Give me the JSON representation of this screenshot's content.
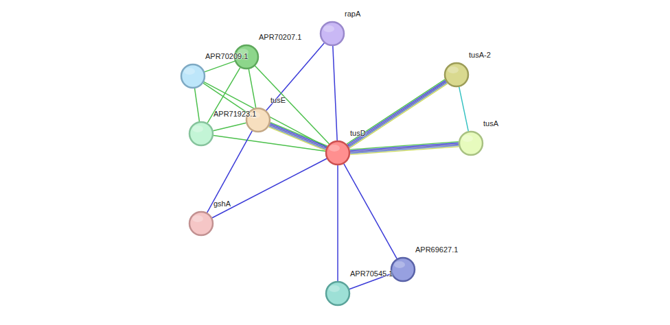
{
  "diagram": {
    "nodes": [
      {
        "text": [
          "rapA"
        ]
      },
      {
        "text": [
          "APR70207.1"
        ]
      },
      {
        "text": [
          "APR70209.1"
        ]
      },
      {
        "text": [
          "tusA-2"
        ]
      },
      {
        "text": [
          "tusE"
        ]
      },
      {
        "text": [
          "APR71923.1"
        ]
      },
      {
        "text": [
          "tusD"
        ]
      },
      {
        "text": [
          "tusA"
        ]
      },
      {
        "text": [
          "gshA"
        ]
      },
      {
        "text": [
          "APR69627.1"
        ]
      },
      {
        "text": [
          "APR70545.1"
        ]
      }
    ],
    "edges": [
      {
        "from": 0,
        "to": 6,
        "arrow": "none"
      },
      {
        "from": 0,
        "to": 4,
        "arrow": "none"
      },
      {
        "from": 1,
        "to": 4,
        "arrow": "none"
      },
      {
        "from": 1,
        "to": 6,
        "arrow": "none"
      },
      {
        "from": 1,
        "to": 5,
        "arrow": "none"
      },
      {
        "from": 1,
        "to": 2,
        "arrow": "none"
      },
      {
        "from": 2,
        "to": 4,
        "arrow": "none"
      },
      {
        "from": 2,
        "to": 6,
        "arrow": "none"
      },
      {
        "from": 2,
        "to": 5,
        "arrow": "none"
      },
      {
        "from": 5,
        "to": 4,
        "arrow": "none"
      },
      {
        "from": 5,
        "to": 6,
        "arrow": "none"
      },
      {
        "from": 4,
        "to": 6,
        "arrow": "none"
      },
      {
        "from": 4,
        "to": 8,
        "arrow": "none"
      },
      {
        "from": 6,
        "to": 8,
        "arrow": "none"
      },
      {
        "from": 6,
        "to": 3,
        "arrow": "none"
      },
      {
        "from": 6,
        "to": 7,
        "arrow": "none"
      },
      {
        "from": 3,
        "to": 7,
        "arrow": "none"
      },
      {
        "from": 6,
        "to": 9,
        "arrow": "none"
      },
      {
        "from": 6,
        "to": 10,
        "arrow": "none"
      },
      {
        "from": 10,
        "to": 9,
        "arrow": "none"
      }
    ]
  }
}
